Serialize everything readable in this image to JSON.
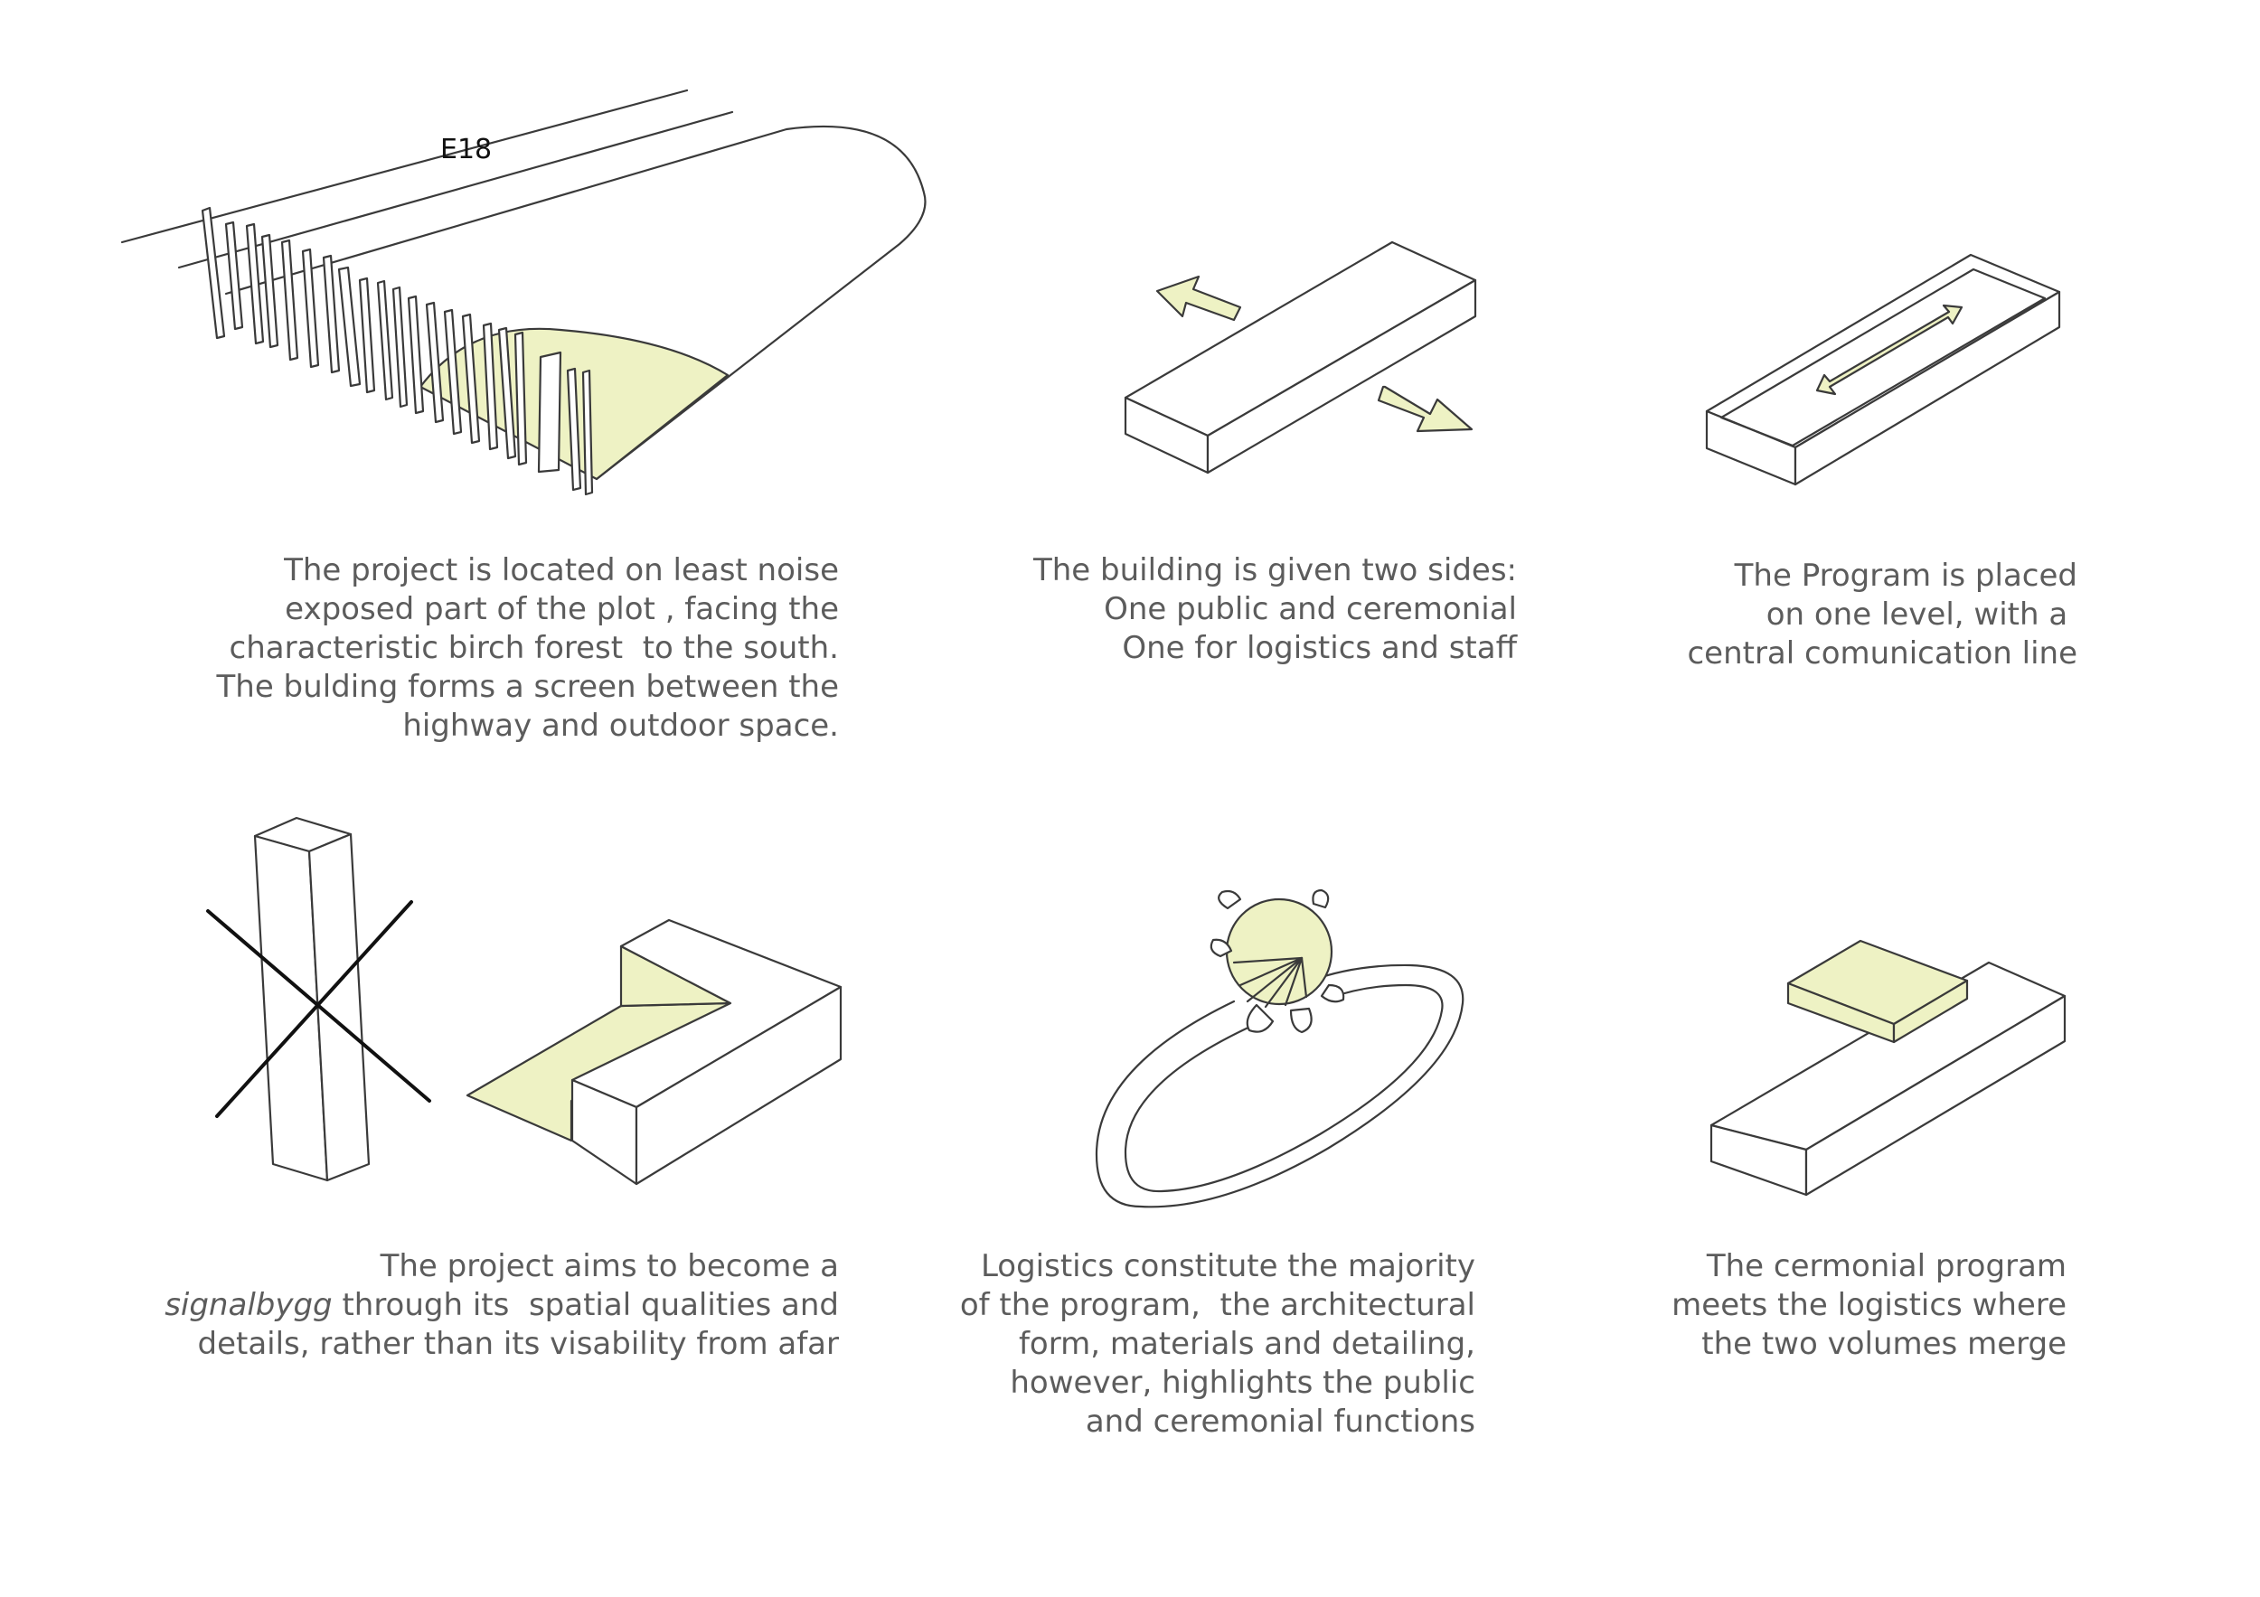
{
  "colors": {
    "accent_green": "#eef2c4",
    "line": "#3a3a3a",
    "caption_text": "#5c5c5c",
    "background": "#ffffff"
  },
  "road_label": "E18",
  "captions": {
    "site": [
      "The project is located on least noise",
      "exposed part of the plot , facing the",
      "characteristic birch forest  to the south.",
      "The bulding forms a screen between the",
      "highway and outdoor space."
    ],
    "two_sides": [
      "The building is given two sides:",
      "One public and ceremonial",
      "One for logistics and staff"
    ],
    "program": [
      "The Program is placed",
      "on one level, with a ",
      "central comunication line"
    ],
    "signal": {
      "line1": "The project aims to become a",
      "line2_italic": "signalbygg",
      "line2_rest": " through its  spatial qualities and",
      "line3": "details, rather than its visability from afar"
    },
    "logistics": [
      "Logistics constitute the majority",
      "of the program,  the architectural",
      "form, materials and detailing,",
      "however, highlights the public",
      "and ceremonial functions"
    ],
    "merge": [
      "The cermonial program",
      "meets the logistics where",
      "the two volumes merge"
    ]
  }
}
